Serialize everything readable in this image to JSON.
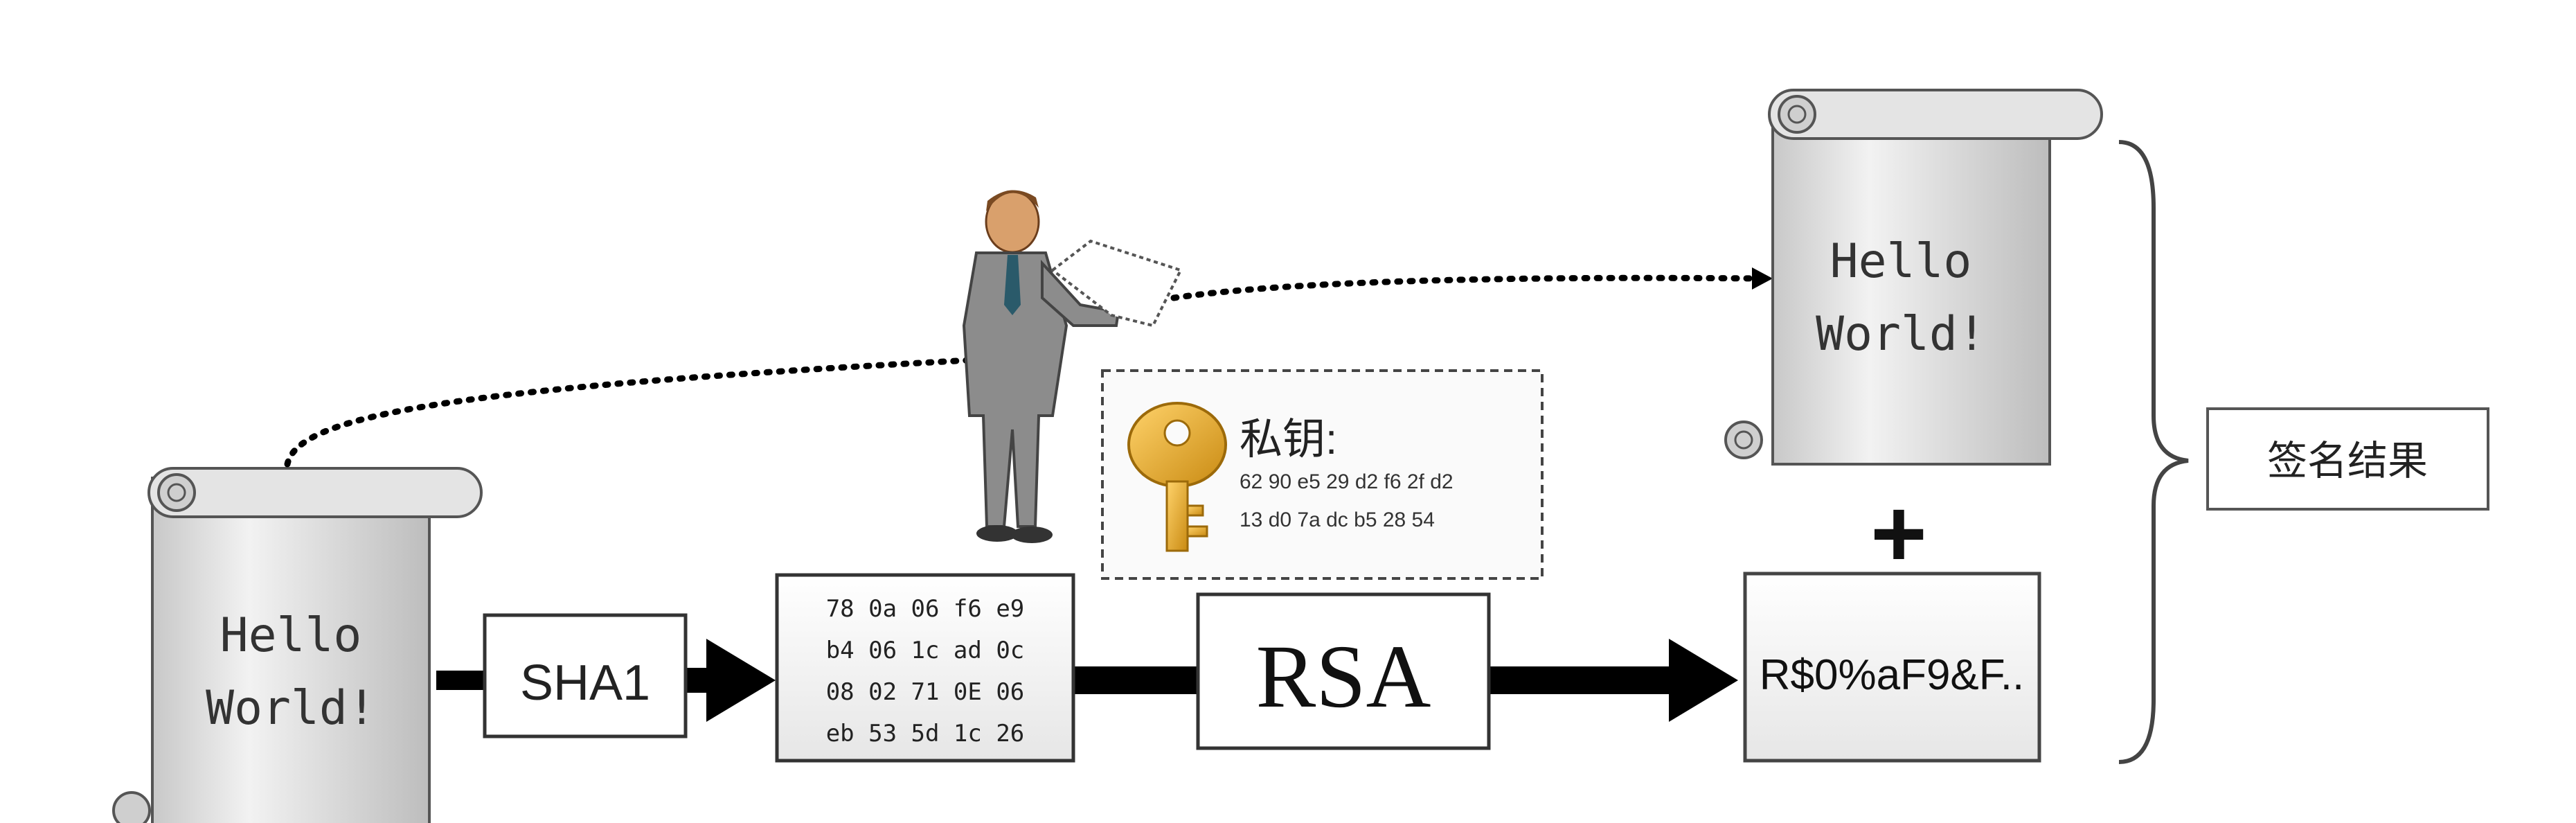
{
  "left_scroll": {
    "line1": "Hello",
    "line2": "World!"
  },
  "hash_box": {
    "label": "SHA1"
  },
  "digest": {
    "rows": [
      "78 0a 06 f6 e9",
      "b4 06 1c ad 0c",
      "08 02 71 0E 06",
      "eb 53 5d 1c 26"
    ]
  },
  "encrypt_box": {
    "label": "RSA"
  },
  "private_key": {
    "title": "私钥:",
    "line1": "62 90 e5 29 d2 f6 2f d2",
    "line2": "13 d0 7a dc b5 28 54"
  },
  "signature_box": {
    "text": "R$0%aF9&F.."
  },
  "plus_sign": "+",
  "right_scroll": {
    "line1": "Hello",
    "line2": "World!"
  },
  "result_label": "签名结果",
  "colors": {
    "scroll_fill": "#d9d9d9",
    "scroll_stroke": "#555555",
    "arrow": "#000000",
    "key_gold": "#e7a92b",
    "suit": "#8c8c8c"
  },
  "icons": [
    "person-icon",
    "document-icon",
    "key-icon"
  ]
}
